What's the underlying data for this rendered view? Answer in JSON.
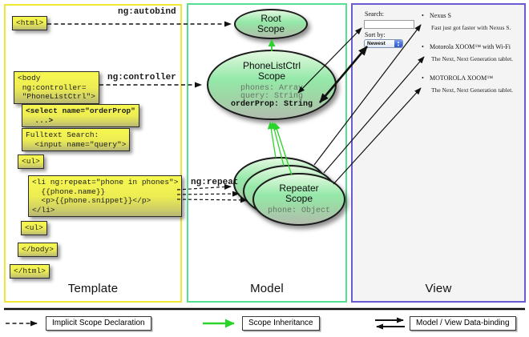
{
  "panels": {
    "template": {
      "title": "Template"
    },
    "model": {
      "title": "Model"
    },
    "view": {
      "title": "View"
    }
  },
  "template": {
    "boxes": [
      {
        "text": "<html>"
      },
      {
        "text": "<body\n ng:controller=\n \"PhoneListCtrl\">"
      },
      {
        "text": "<select name=\"orderProp\"\n  ...>"
      },
      {
        "text": "Fulltext Search:\n  <input name=\"query\">"
      },
      {
        "text": "<ul>"
      },
      {
        "text": "<li ng:repeat=\"phone in phones\">\n  {{phone.name}}\n  <p>{{phone.snippet}}</p>\n</li>"
      },
      {
        "text": "<ul>"
      },
      {
        "text": "</body>"
      },
      {
        "text": "</html>"
      }
    ],
    "edge_labels": {
      "autobind": "ng:autobind",
      "controller": "ng:controller",
      "repeat": "ng:repeat"
    }
  },
  "model": {
    "root_scope": {
      "line1": "Root",
      "line2": "Scope"
    },
    "phonelist_scope": {
      "line1": "PhoneListCtrl",
      "line2": "Scope",
      "prop1": "phones: Array",
      "prop2": "query: String",
      "prop3": "orderProp: String"
    },
    "repeater_scope": {
      "line1": "Repeater",
      "line2": "Scope",
      "prop1": "phone: Object"
    }
  },
  "view": {
    "search_label": "Search:",
    "search_value": "",
    "sort_label": "Sort by:",
    "sort_value": "Newest",
    "bullet": "•",
    "stepper_up": "▲",
    "stepper_down": "▼",
    "items": [
      {
        "name": "Nexus S",
        "desc": "Fast just got faster with Nexus S."
      },
      {
        "name": "Motorola XOOM™ with Wi-Fi",
        "desc": "The Next, Next Generation tablet."
      },
      {
        "name": "MOTOROLA XOOM™",
        "desc": "The Next, Next Generation tablet."
      }
    ]
  },
  "legend": {
    "implicit": "Implicit Scope Declaration",
    "inheritance": "Scope Inheritance",
    "databinding": "Model / View Data-binding"
  },
  "colors": {
    "template_border": "#f0e636",
    "model_border": "#54df93",
    "view_border": "#6a5bd0",
    "green_arrow": "#2bd42b",
    "box_fill": "#eded52"
  }
}
